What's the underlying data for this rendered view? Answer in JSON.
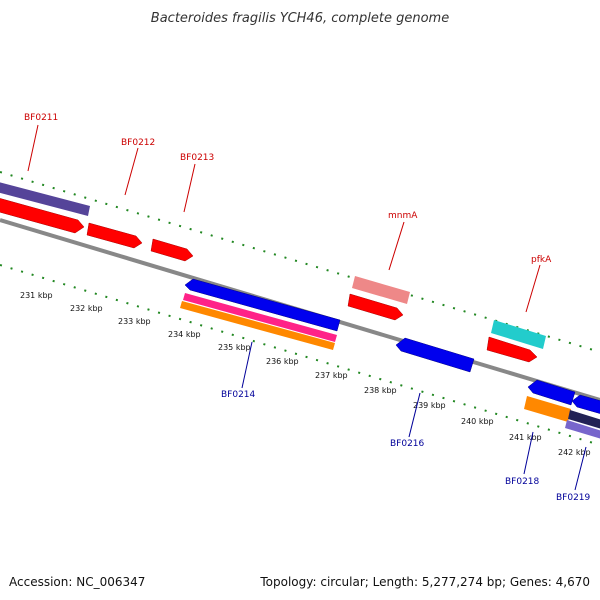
{
  "title": "Bacteroides fragilis YCH46, complete genome",
  "footer": {
    "accession": "Accession: NC_006347",
    "summary": "Topology: circular; Length: 5,277,274 bp; Genes: 4,670"
  },
  "colors": {
    "backbone": "#888888",
    "ruler": "#228822",
    "forward_label": "#cc0000",
    "reverse_label": "#000099"
  },
  "scale": {
    "unit": "kbp",
    "labels": [
      "231 kbp",
      "232 kbp",
      "233 kbp",
      "234 kbp",
      "235 kbp",
      "236 kbp",
      "237 kbp",
      "238 kbp",
      "239 kbp",
      "240 kbp",
      "241 kbp",
      "242 kbp"
    ]
  },
  "forward_genes": [
    {
      "label": "BF0211",
      "color": "#ff0000",
      "band": "#554499"
    },
    {
      "label": "BF0212",
      "color": "#ff0000"
    },
    {
      "label": "BF0213",
      "color": "#ff0000"
    },
    {
      "label": "mnmA",
      "color": "#ff0000",
      "band": "#ee8888"
    },
    {
      "label": "pfkA",
      "color": "#ff0000",
      "band": "#22cccc"
    }
  ],
  "reverse_genes": [
    {
      "label": "BF0214",
      "color": "#0000ee",
      "bands": [
        "#ff2288",
        "#ff8800"
      ]
    },
    {
      "label": "BF0216",
      "color": "#0000ee"
    },
    {
      "label": "BF0218",
      "color": "#0000ee",
      "band": "#ff8800"
    },
    {
      "label": "BF0219",
      "color": "#0000ee",
      "band": "#7766cc"
    }
  ]
}
